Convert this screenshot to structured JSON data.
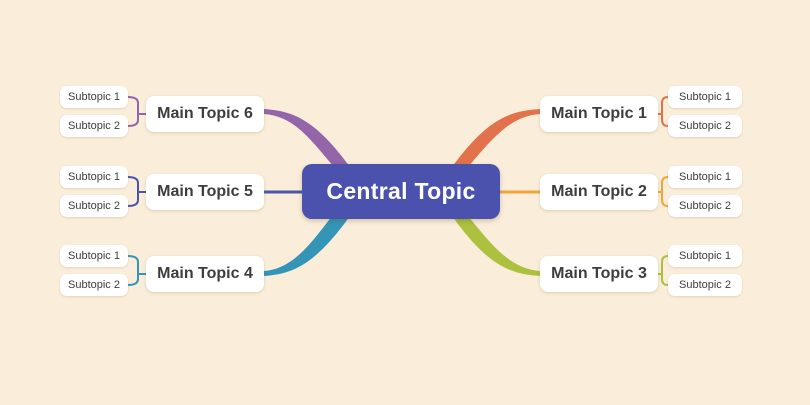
{
  "canvas": {
    "background": "#faeeda"
  },
  "central": {
    "label": "Central Topic",
    "fill": "#4a52ae",
    "text_color": "#ffffff"
  },
  "branches": [
    {
      "label": "Main Topic 1",
      "side": "right",
      "color": "#e2724b",
      "subtopics": [
        "Subtopic 1",
        "Subtopic 2"
      ]
    },
    {
      "label": "Main Topic 2",
      "side": "right",
      "color": "#f2a43c",
      "subtopics": [
        "Subtopic 1",
        "Subtopic 2"
      ]
    },
    {
      "label": "Main Topic 3",
      "side": "right",
      "color": "#abc13f",
      "subtopics": [
        "Subtopic 1",
        "Subtopic 2"
      ]
    },
    {
      "label": "Main Topic 4",
      "side": "left",
      "color": "#3595b6",
      "subtopics": [
        "Subtopic 1",
        "Subtopic 2"
      ]
    },
    {
      "label": "Main Topic 5",
      "side": "left",
      "color": "#4c55a9",
      "subtopics": [
        "Subtopic 1",
        "Subtopic 2"
      ]
    },
    {
      "label": "Main Topic 6",
      "side": "left",
      "color": "#9465a8",
      "subtopics": [
        "Subtopic 1",
        "Subtopic 2"
      ]
    }
  ]
}
